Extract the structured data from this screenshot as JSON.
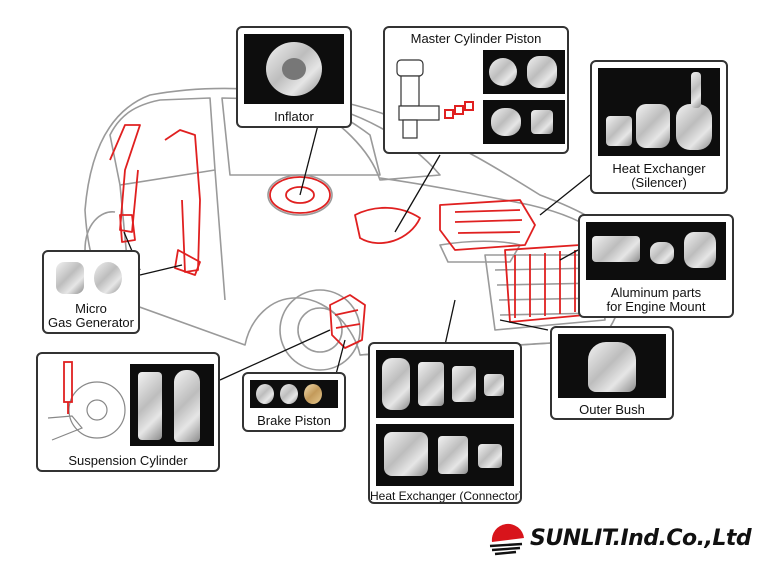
{
  "callouts": {
    "inflator": "Inflator",
    "master_cylinder_piston": "Master Cylinder Piston",
    "heat_exchanger_silencer_line1": "Heat Exchanger",
    "heat_exchanger_silencer_line2": "(Silencer)",
    "aluminum_parts_line1": "Aluminum parts",
    "aluminum_parts_line2": "for Engine Mount",
    "outer_bush": "Outer Bush",
    "micro_gas_line1": "Micro",
    "micro_gas_line2": "Gas Generator",
    "brake_piston": "Brake Piston",
    "suspension_cylinder": "Suspension Cylinder",
    "heat_exchanger_connector": "Heat Exchanger (Connector)"
  },
  "company": {
    "name": "SUNLIT.Ind.Co.,Ltd"
  },
  "colors": {
    "highlight_red": "#e02020",
    "outline_gray": "#999999",
    "border": "#333333",
    "photo_bg": "#0d0d0d",
    "logo_red": "#d8141b"
  },
  "icons": {
    "logo": "sunlit-logo-icon"
  }
}
